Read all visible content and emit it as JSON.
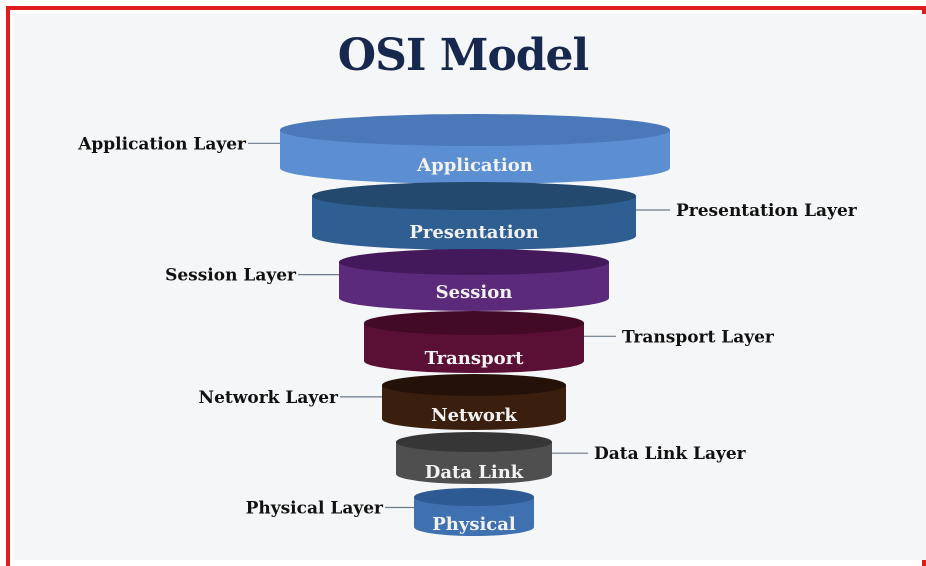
{
  "title": "OSI Model",
  "layers": [
    {
      "name": "Application",
      "side_label": "Application Layer",
      "color": "#5b8fd1",
      "top_color": "#4a78b8"
    },
    {
      "name": "Presentation",
      "side_label": "Presentation Layer",
      "color": "#2f5f92",
      "top_color": "#24496f"
    },
    {
      "name": "Session",
      "side_label": "Session Layer",
      "color": "#5b2a7a",
      "top_color": "#43195c"
    },
    {
      "name": "Transport",
      "side_label": "Transport Layer",
      "color": "#5a1034",
      "top_color": "#430a26"
    },
    {
      "name": "Network",
      "side_label": "Network Layer",
      "color": "#3a1e0e",
      "top_color": "#241208"
    },
    {
      "name": "Data Link",
      "side_label": "Data Link Layer",
      "color": "#4f4f4f",
      "top_color": "#363636"
    },
    {
      "name": "Physical",
      "side_label": "Physical Layer",
      "color": "#3f70b0",
      "top_color": "#2e5a93"
    }
  ]
}
